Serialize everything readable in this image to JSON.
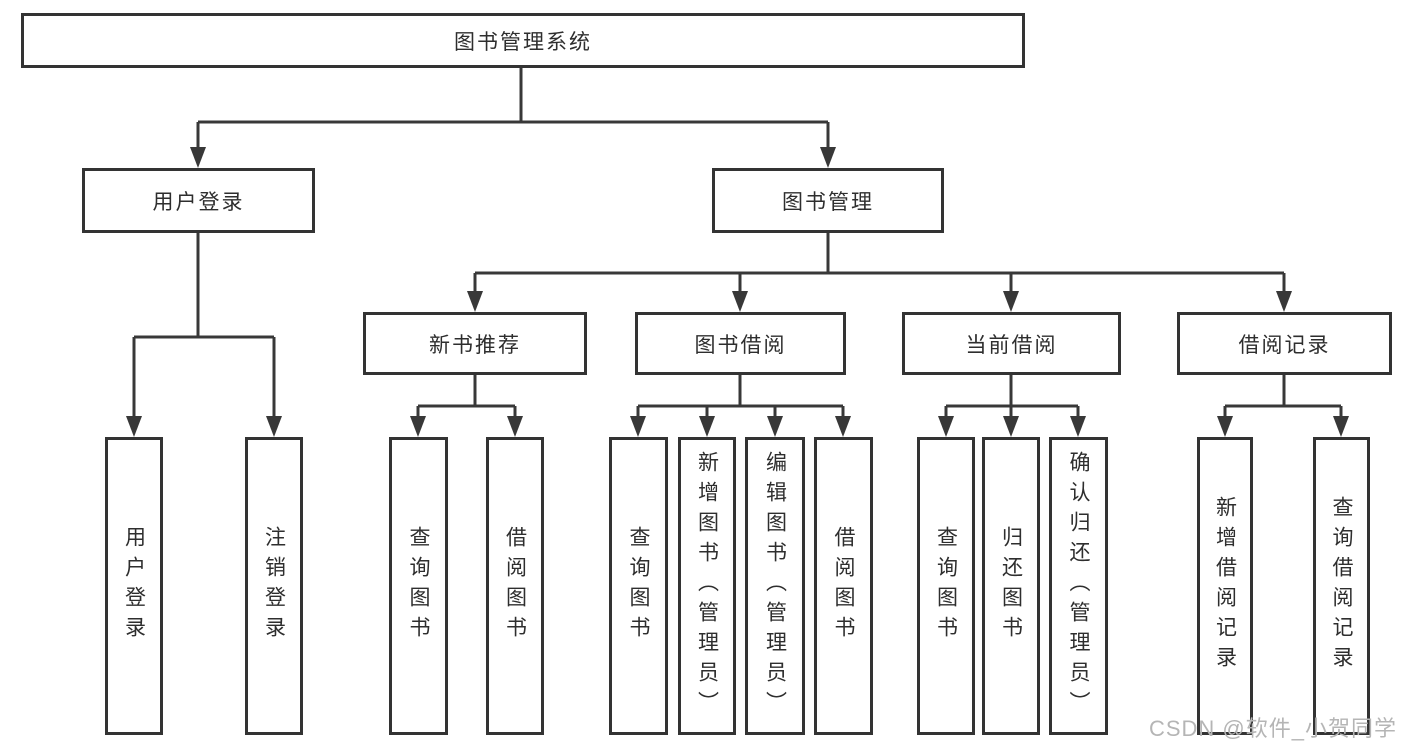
{
  "root": {
    "label": "图书管理系统"
  },
  "level2": [
    {
      "label": "用户登录"
    },
    {
      "label": "图书管理"
    }
  ],
  "level3": [
    {
      "label": "新书推荐"
    },
    {
      "label": "图书借阅"
    },
    {
      "label": "当前借阅"
    },
    {
      "label": "借阅记录"
    }
  ],
  "leaves": {
    "user_login": [
      "用户登录",
      "注销登录"
    ],
    "new_book_recommend": [
      "查询图书",
      "借阅图书"
    ],
    "book_borrow": [
      "查询图书",
      "新增图书（管理员）",
      "编辑图书（管理员）",
      "借阅图书"
    ],
    "current_borrow": [
      "查询图书",
      "归还图书",
      "确认归还（管理员）"
    ],
    "borrow_records": [
      "新增借阅记录",
      "查询借阅记录"
    ]
  },
  "watermark": "CSDN @软件_小贺同学",
  "colors": {
    "line": "#383838",
    "border": "#333333",
    "text": "#2e2e2e",
    "watermark": "#b5b5b5",
    "background": "#ffffff"
  }
}
